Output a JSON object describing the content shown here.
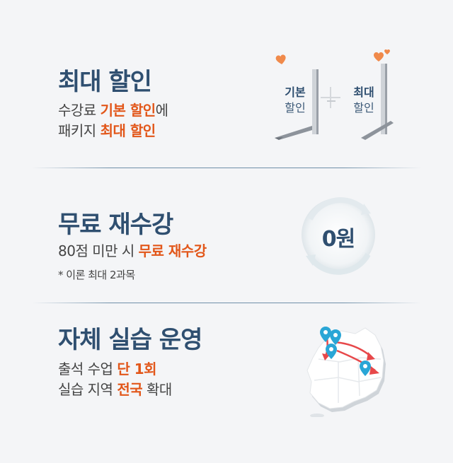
{
  "sections": [
    {
      "title": "최대 할인",
      "desc_line1_a": "수강료 ",
      "desc_line1_hl": "기본 할인",
      "desc_line1_b": "에",
      "desc_line2_a": "패키지 ",
      "desc_line2_hl": "최대 할인",
      "illus_left_1": "기본",
      "illus_left_2": "할인",
      "illus_right_1": "최대",
      "illus_right_2": "할인"
    },
    {
      "title": "무료 재수강",
      "desc_line1_a": "80점 미만 시 ",
      "desc_line1_hl": "무료 재수강",
      "note": "* 이론 최대 2과목",
      "badge": "0원"
    },
    {
      "title": "자체 실습 운영",
      "desc_line1_a": "출석 수업 ",
      "desc_line1_hl": "단 1회",
      "desc_line2_a": "실습 지역 ",
      "desc_line2_hl": "전국",
      "desc_line2_b": " 확대"
    }
  ],
  "colors": {
    "title": "#2f4f70",
    "highlight": "#e2571a",
    "background": "#f4f5f7",
    "pin": "#2aa6d6",
    "arrow": "#e7484a",
    "heart": "#f08a4b"
  },
  "icons": [
    "heart-icon",
    "plus-icon",
    "refresh-circle-icon",
    "map-icon",
    "location-pin-icon",
    "arrow-icon"
  ]
}
